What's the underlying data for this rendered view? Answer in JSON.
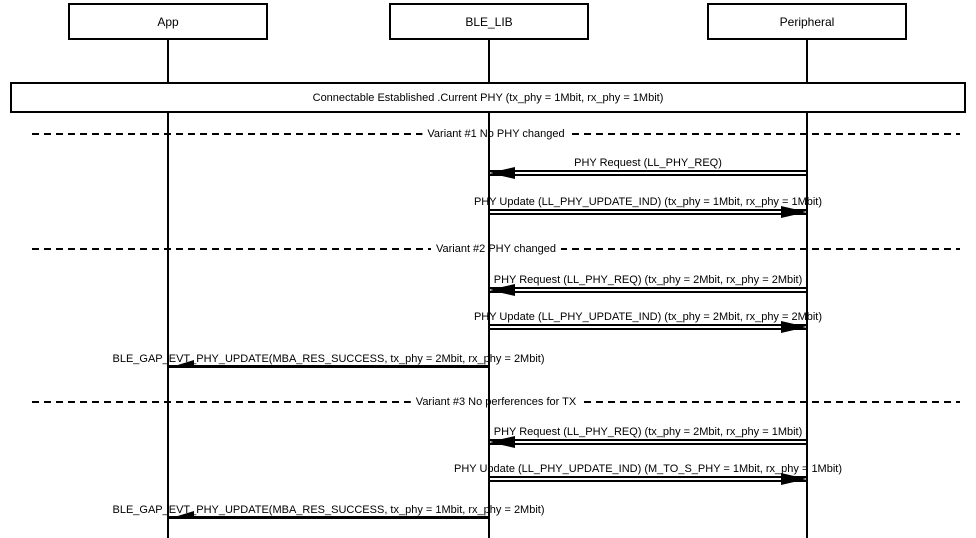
{
  "colors": {
    "background": "#ffffff",
    "line": "#000000",
    "text": "#000000"
  },
  "actors": [
    {
      "label": "App"
    },
    {
      "label": "BLE_LIB"
    },
    {
      "label": "Peripheral"
    }
  ],
  "banner": {
    "label": "Connectable Established .Current PHY (tx_phy = 1Mbit, rx_phy = 1Mbit)"
  },
  "dividers": [
    {
      "label": "Variant #1 No PHY changed"
    },
    {
      "label": "Variant #2 PHY changed"
    },
    {
      "label": "Variant #3 No perferences for TX"
    }
  ],
  "messages": [
    {
      "label": "PHY Request (LL_PHY_REQ)",
      "from": "Peripheral",
      "to": "BLE_LIB",
      "line_style": "double"
    },
    {
      "label": "PHY Update (LL_PHY_UPDATE_IND) (tx_phy = 1Mbit, rx_phy = 1Mbit)",
      "from": "BLE_LIB",
      "to": "Peripheral",
      "line_style": "double"
    },
    {
      "label": "PHY Request (LL_PHY_REQ) (tx_phy = 2Mbit, rx_phy = 2Mbit)",
      "from": "Peripheral",
      "to": "BLE_LIB",
      "line_style": "double"
    },
    {
      "label": "PHY Update (LL_PHY_UPDATE_IND) (tx_phy = 2Mbit, rx_phy = 2Mbit)",
      "from": "BLE_LIB",
      "to": "Peripheral",
      "line_style": "double"
    },
    {
      "label": "BLE_GAP_EVT_PHY_UPDATE(MBA_RES_SUCCESS, tx_phy = 2Mbit, rx_phy = 2Mbit)",
      "from": "BLE_LIB",
      "to": "App",
      "line_style": "single"
    },
    {
      "label": "PHY Request (LL_PHY_REQ) (tx_phy = 2Mbit, rx_phy = 1Mbit)",
      "from": "Peripheral",
      "to": "BLE_LIB",
      "line_style": "double"
    },
    {
      "label": "PHY Update (LL_PHY_UPDATE_IND) (M_TO_S_PHY = 1Mbit, rx_phy = 1Mbit)",
      "from": "BLE_LIB",
      "to": "Peripheral",
      "line_style": "double"
    },
    {
      "label": "BLE_GAP_EVT_PHY_UPDATE(MBA_RES_SUCCESS, tx_phy = 1Mbit, rx_phy = 2Mbit)",
      "from": "BLE_LIB",
      "to": "App",
      "line_style": "single"
    }
  ]
}
